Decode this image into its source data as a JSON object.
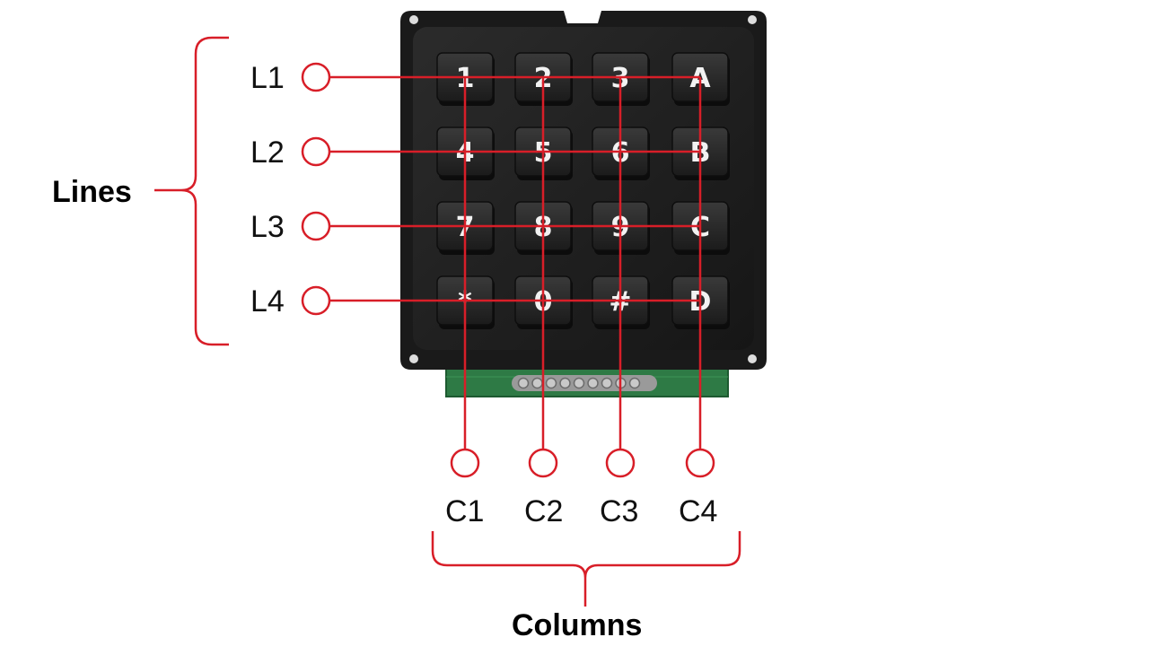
{
  "groups": {
    "lines": "Lines",
    "columns": "Columns"
  },
  "lines": [
    "L1",
    "L2",
    "L3",
    "L4"
  ],
  "columns": [
    "C1",
    "C2",
    "C3",
    "C4"
  ],
  "keys": [
    [
      "1",
      "2",
      "3",
      "A"
    ],
    [
      "4",
      "5",
      "6",
      "B"
    ],
    [
      "7",
      "8",
      "9",
      "C"
    ],
    [
      "*",
      "0",
      "#",
      "D"
    ]
  ],
  "colors": {
    "wire": "#d81e28",
    "keypad_body": "#1f1f1f",
    "key": "#2a2a2a",
    "key_text": "#f2f2f2",
    "pcb": "#2e7a45"
  }
}
